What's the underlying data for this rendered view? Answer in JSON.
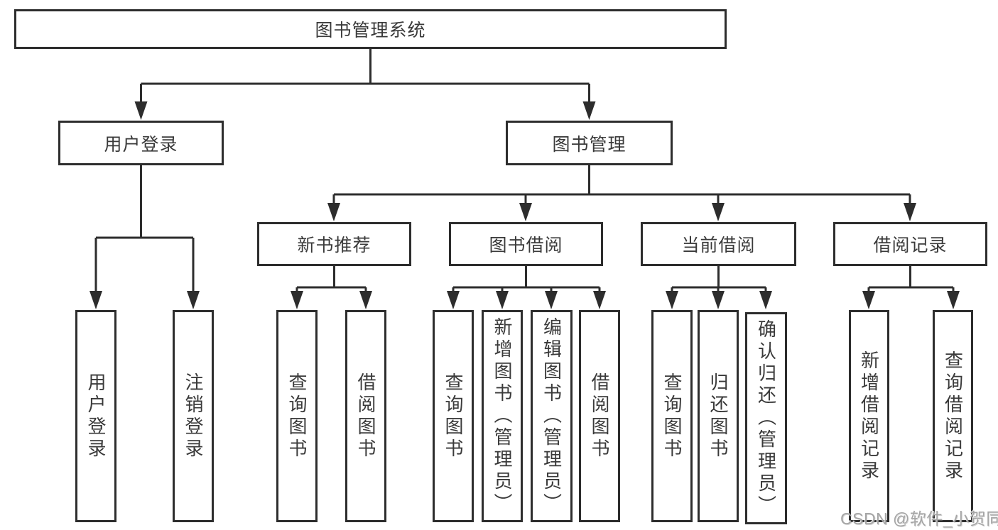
{
  "tree": {
    "label": "图书管理系统",
    "children": [
      {
        "label": "用户登录",
        "children": [
          {
            "label": "用户登录"
          },
          {
            "label": "注销登录"
          }
        ]
      },
      {
        "label": "图书管理",
        "children": [
          {
            "label": "新书推荐",
            "children": [
              {
                "label": "查询图书"
              },
              {
                "label": "借阅图书"
              }
            ]
          },
          {
            "label": "图书借阅",
            "children": [
              {
                "label": "查询图书"
              },
              {
                "label": "新增图书（管理员）"
              },
              {
                "label": "编辑图书（管理员）"
              },
              {
                "label": "借阅图书"
              }
            ]
          },
          {
            "label": "当前借阅",
            "children": [
              {
                "label": "查询图书"
              },
              {
                "label": "归还图书"
              },
              {
                "label": "确认归还（管理员）"
              }
            ]
          },
          {
            "label": "借阅记录",
            "children": [
              {
                "label": "新增借阅记录"
              },
              {
                "label": "查询借阅记录"
              }
            ]
          }
        ]
      }
    ]
  },
  "watermark": "CSDN @软件_小贺同学",
  "colors": {
    "line": "#2d2d2d",
    "border": "#2d2d2d",
    "text": "#3a3a3a",
    "watermark": "#a5a5a5",
    "background": "#ffffff"
  }
}
